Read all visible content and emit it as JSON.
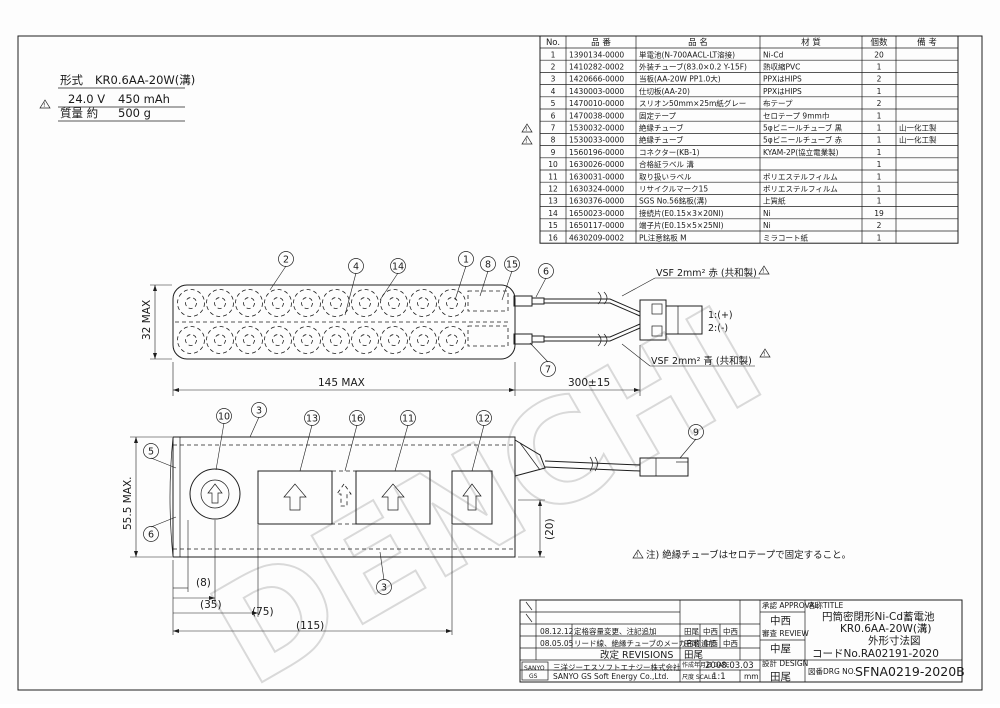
{
  "watermark": "DENCHI",
  "spec": {
    "model_label": "形式",
    "model": "KR0.6AA-20W(溝)",
    "voltage": "24.0 V",
    "capacity": "450 mAh",
    "mass_label": "質量 約",
    "mass": "500 g"
  },
  "parts_table": {
    "headers": [
      "No.",
      "品 番",
      "品 名",
      "材 質",
      "個数",
      "備 考"
    ],
    "rows": [
      [
        "1",
        "1390134-0000",
        "単電池(N-700AACL-LT溶接)",
        "Ni-Cd",
        "20",
        ""
      ],
      [
        "2",
        "1410282-0002",
        "外装チューブ(83.0×0.2 Y-15F)",
        "熱収縮PVC",
        "1",
        ""
      ],
      [
        "3",
        "1420666-0000",
        "当板(AA-20W PP1.0大)",
        "PPXはHIPS",
        "2",
        ""
      ],
      [
        "4",
        "1430003-0000",
        "仕切板(AA-20)",
        "PPXはHIPS",
        "1",
        ""
      ],
      [
        "5",
        "1470010-0000",
        "スリオン50mm×25m紙グレー",
        "布テープ",
        "2",
        ""
      ],
      [
        "6",
        "1470038-0000",
        "固定テープ",
        "セロテープ 9mm巾",
        "1",
        ""
      ],
      [
        "7",
        "1530032-0000",
        "絶縁チューブ",
        "5φビニールチューブ 黒",
        "1",
        "山一化工製"
      ],
      [
        "8",
        "1530033-0000",
        "絶縁チューブ",
        "5φビニールチューブ 赤",
        "1",
        "山一化工製"
      ],
      [
        "9",
        "1560196-0000",
        "コネクター(KB-1)",
        "KYAM-2P(協立電業製)",
        "1",
        ""
      ],
      [
        "10",
        "1630026-0000",
        "合格証ラベル 溝",
        "",
        "1",
        ""
      ],
      [
        "11",
        "1630031-0000",
        "取り扱いラベル",
        "ポリエステルフィルム",
        "1",
        ""
      ],
      [
        "12",
        "1630324-0000",
        "リサイクルマーク15",
        "ポリエステルフィルム",
        "1",
        ""
      ],
      [
        "13",
        "1630376-0000",
        "SGS No.56銘板(溝)",
        "上質紙",
        "1",
        ""
      ],
      [
        "14",
        "1650023-0000",
        "接続片(E0.15×3×20NI)",
        "Ni",
        "19",
        ""
      ],
      [
        "15",
        "1650117-0000",
        "端子片(E0.15×5×25NI)",
        "Ni",
        "2",
        ""
      ],
      [
        "16",
        "4630209-0002",
        "PL注意銘板 M",
        "ミラコート紙",
        "1",
        ""
      ]
    ]
  },
  "top_view": {
    "dim_height": "32 MAX",
    "dim_length": "145 MAX",
    "dim_lead": "300±15",
    "wire_red": "VSF 2mm² 赤 (共和製)",
    "wire_black": "VSF 2mm² 青 (共和製)",
    "pin1": "1:(+)",
    "pin2": "2:(-)",
    "callouts": [
      "2",
      "4",
      "14",
      "1",
      "8",
      "15",
      "6",
      "7"
    ]
  },
  "side_view": {
    "dim_height": "55.5 MAX.",
    "dim_20": "(20)",
    "dim_8": "(8)",
    "dim_35": "(35)",
    "dim_75": "(75)",
    "dim_115": "(115)",
    "callouts": [
      "10",
      "3",
      "13",
      "16",
      "11",
      "12",
      "9",
      "5",
      "6",
      "3"
    ]
  },
  "note": "注) 絶縁チューブはセロテープで固定すること。",
  "title_block": {
    "approval_label": "承認 APPROVAL",
    "approval_name": "中西",
    "review_label": "審査 REVIEW",
    "review_name": "中屋",
    "design_label": "設計 DESIGN",
    "design_name": "田尾",
    "title_label": "名称TITLE",
    "title_line1": "円筒密閉形Ni-Cd蓄電池",
    "title_line2": "KR0.6AA-20W(溝)",
    "title_line3": "外形寸法図",
    "code": "コードNo.RA02191-2020",
    "drawing_label": "図番DRG NO.",
    "drawing_no": "SFNA0219-2020B",
    "date_label": "作成年月日 DATE",
    "date": "2008.03.03",
    "scale_label": "尺度 SCALE",
    "scale": "1:1",
    "scale_unit": "mm",
    "revisions_label": "改定 REVISIONS",
    "revisions_person": "田尾",
    "company_jp": "三洋ジーエスソフトエナジー株式会社",
    "company_en": "SANYO GS Soft Energy Co.,Ltd.",
    "logo_top": "SANYO",
    "logo_bottom": "GS",
    "revisions": [
      {
        "date": "08.12.12",
        "text": "定格容量変更、注記追加",
        "by": "田尾",
        "ck1": "中西",
        "ck2": "中西"
      },
      {
        "date": "08.05.05",
        "text": "リード線、絶縁チューブのメーカ名称追加",
        "by": "田尾",
        "ck1": "中西",
        "ck2": "中西"
      }
    ]
  }
}
